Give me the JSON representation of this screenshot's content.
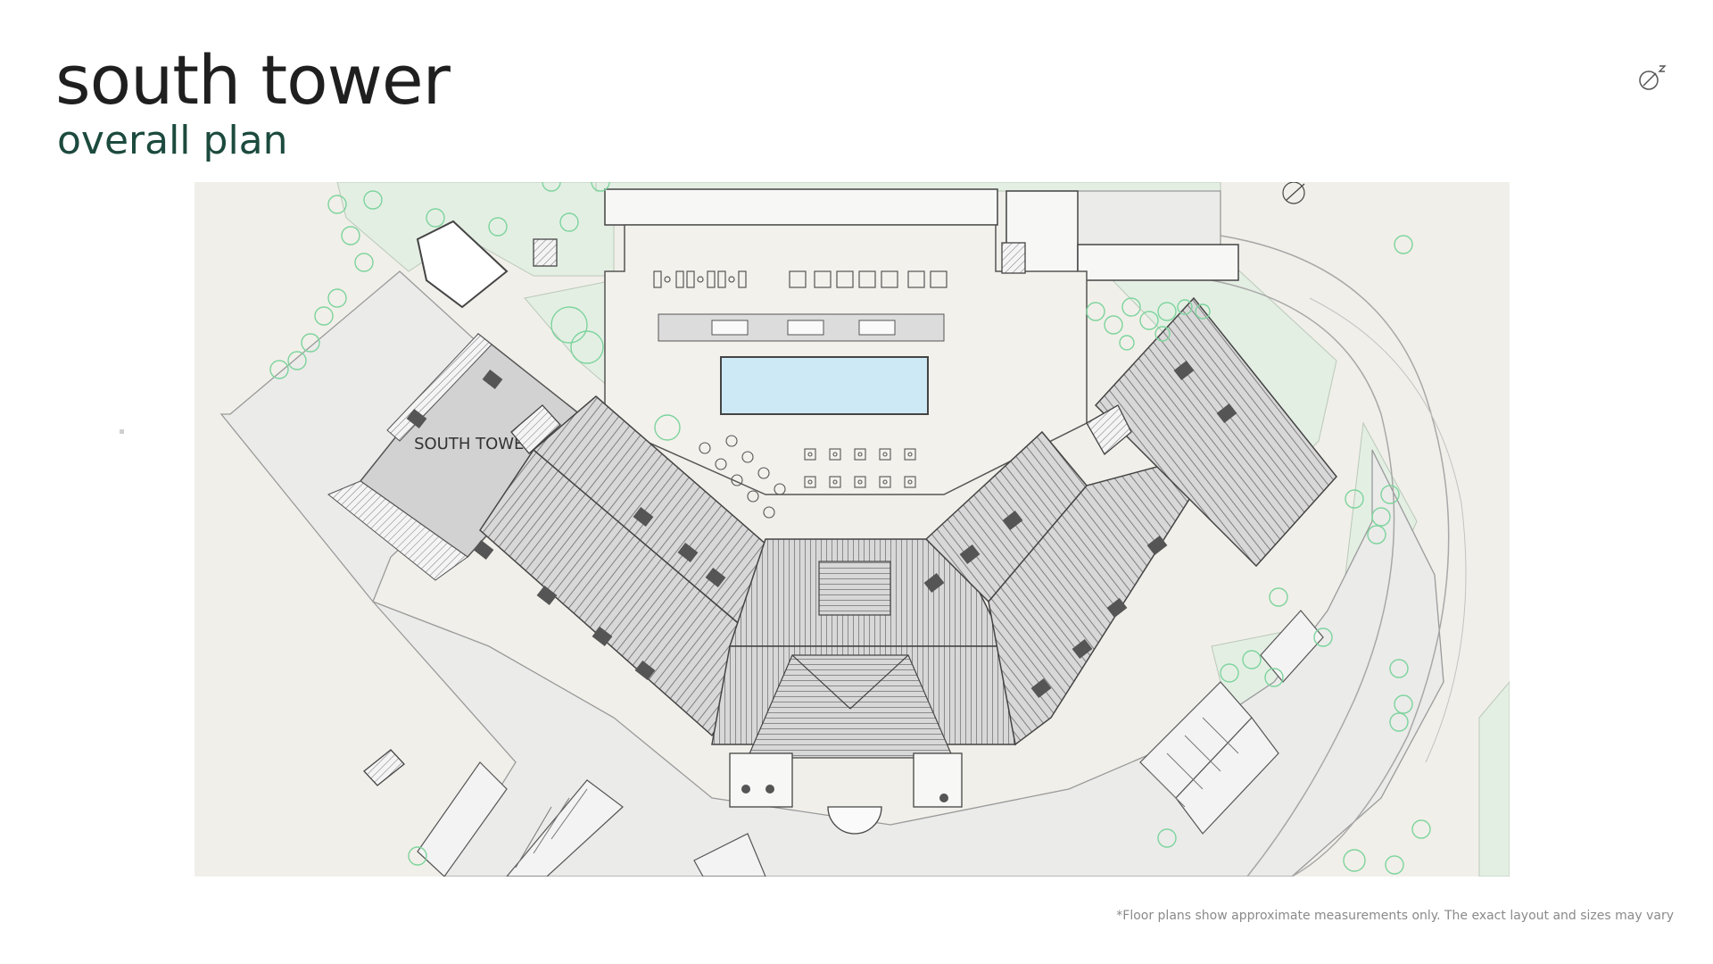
{
  "header": {
    "title": "south tower",
    "subtitle": "overall plan"
  },
  "plan": {
    "label": "SOUTH TOWER"
  },
  "footer": {
    "note": "*Floor plans show approximate measurements only. The exact layout and sizes may vary"
  },
  "colors": {
    "title": "#1f1f1f",
    "subtitle": "#1c4a3e",
    "site_ground": "#f1efe9",
    "paving": "#ececeb",
    "landscape": "#e4efe4",
    "tree_outline": "#7dd49d",
    "roof": "#b9b9b9",
    "tower": "#d2d2d2",
    "pool": "#cde9f5"
  },
  "icons": {
    "compass": "north-arrow-icon"
  }
}
